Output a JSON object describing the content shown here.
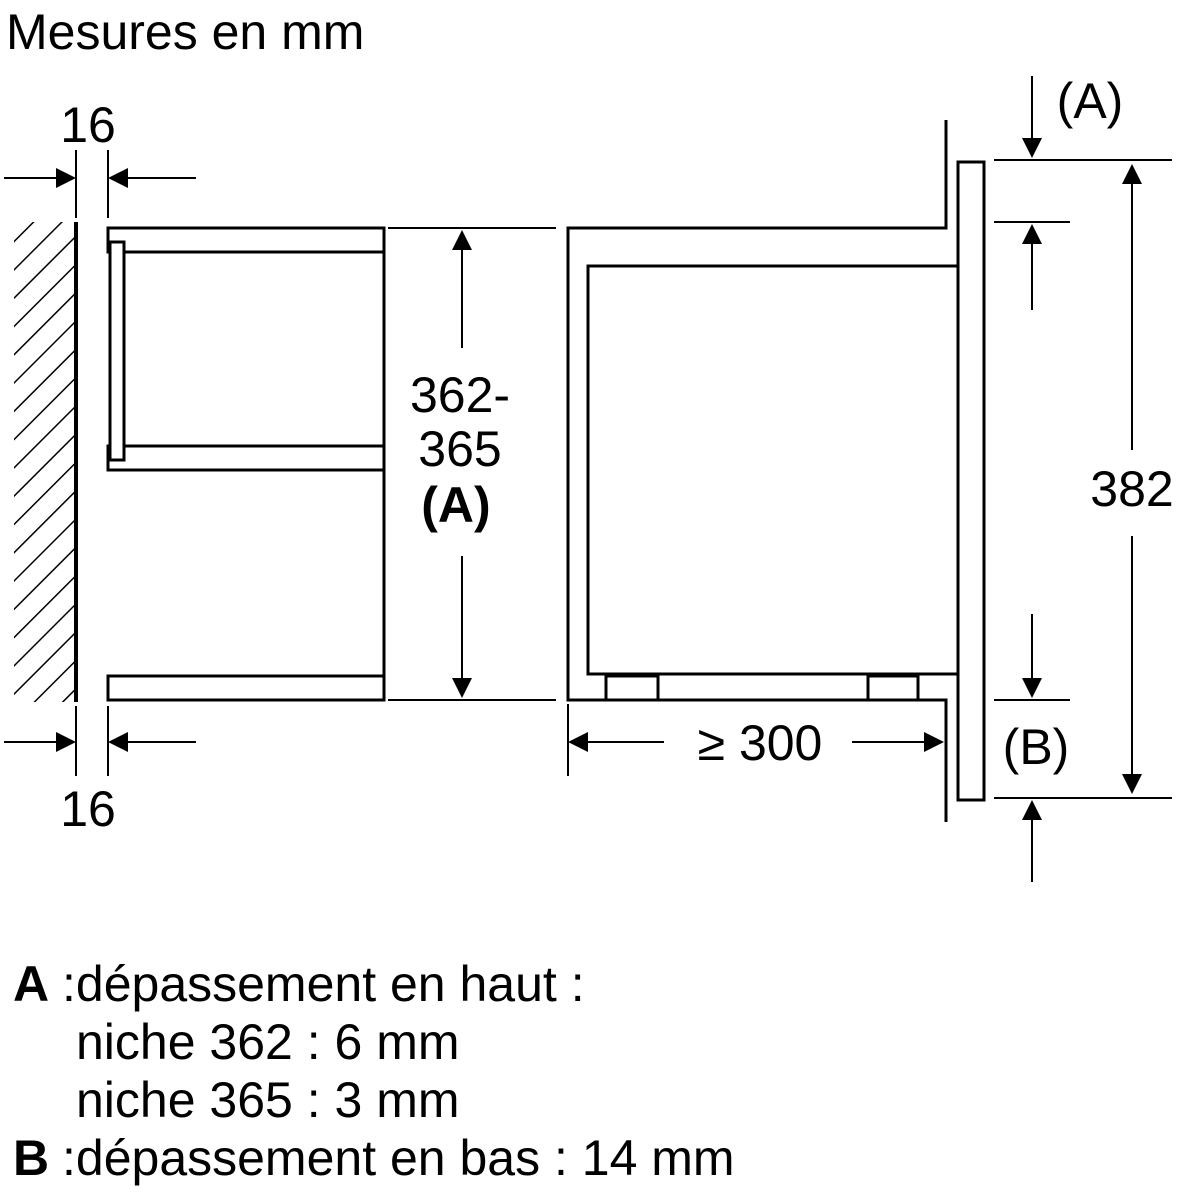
{
  "title": "Mesures en mm",
  "dimensions": {
    "side_gap_top": "16",
    "side_gap_bottom": "16",
    "niche_height_line1": "362-",
    "niche_height_line2": "365",
    "niche_height_ref": "(A)",
    "depth": "≥ 300",
    "front_height": "382",
    "top_ref": "(A)",
    "bottom_ref": "(B)"
  },
  "legend": {
    "a_key": "A",
    "a_line1": ":dépassement en haut :",
    "a_line2": "niche 362 : 6 mm",
    "a_line3": "niche 365 : 3 mm",
    "b_key": "B",
    "b_line1": ":dépassement en bas : 14 mm"
  }
}
